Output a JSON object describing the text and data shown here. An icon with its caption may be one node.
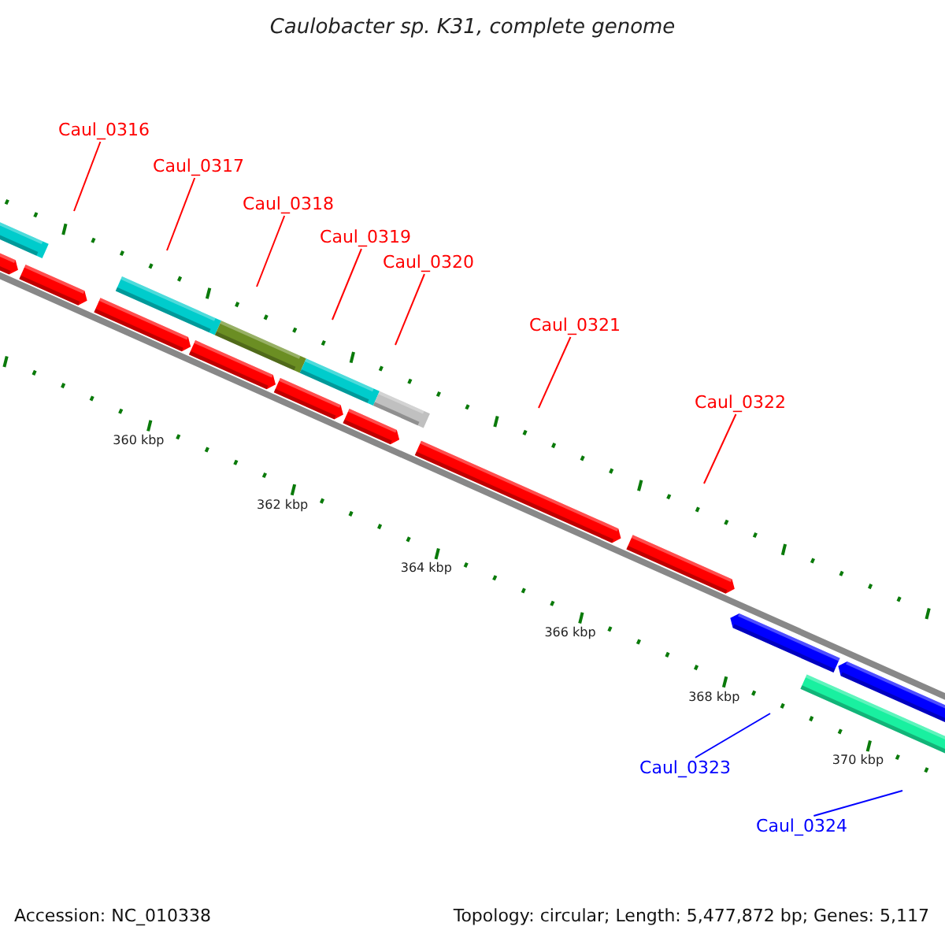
{
  "diagram": {
    "title": "Caulobacter sp. K31, complete genome",
    "nodes": [
      {
        "text": [
          "Caul_0316"
        ]
      },
      {
        "text": [
          "Caul_0317"
        ]
      },
      {
        "text": [
          "Caul_0318"
        ]
      },
      {
        "text": [
          "Caul_0319"
        ]
      },
      {
        "text": [
          "Caul_0320"
        ]
      },
      {
        "text": [
          "Caul_0321"
        ]
      },
      {
        "text": [
          "Caul_0322"
        ]
      },
      {
        "text": [
          "Caul_0323"
        ]
      },
      {
        "text": [
          "Caul_0324"
        ]
      }
    ],
    "edges": [
      {
        "from": 0,
        "to": null,
        "arrow": "none"
      },
      {
        "from": 1,
        "to": null,
        "arrow": "none"
      },
      {
        "from": 2,
        "to": null,
        "arrow": "none"
      },
      {
        "from": 3,
        "to": null,
        "arrow": "none"
      },
      {
        "from": 4,
        "to": null,
        "arrow": "none"
      },
      {
        "from": 5,
        "to": null,
        "arrow": "none"
      },
      {
        "from": 6,
        "to": null,
        "arrow": "none"
      },
      {
        "from": 7,
        "to": null,
        "arrow": "none",
        "color": "#0000ff"
      },
      {
        "from": 8,
        "to": null,
        "arrow": "none",
        "color": "#0000ff"
      }
    ],
    "labels": [
      "360 kbp",
      "362 kbp",
      "364 kbp",
      "366 kbp",
      "368 kbp",
      "370 kbp",
      "Accession: NC_010338",
      "Topology: circular; Length: 5,477,872 bp; Genes: 5,117"
    ]
  }
}
